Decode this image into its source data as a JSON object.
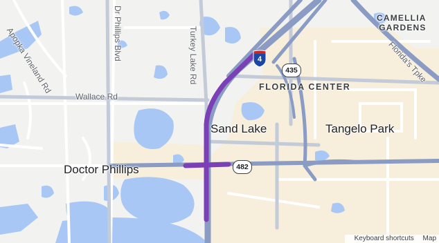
{
  "map": {
    "roads": {
      "apopka_vineland": "Apopka Vineland Rd",
      "dr_phillips_blvd": "Dr Phillips Blvd",
      "turkey_lake": "Turkey Lake Rd",
      "wallace": "Wallace Rd",
      "floridas_tpke": "Florida's Tpke"
    },
    "places": {
      "doctor_phillips": "Doctor Phillips",
      "sand_lake": "Sand Lake",
      "tangelo_park": "Tangelo Park",
      "florida_center": "FLORIDA CENTER",
      "camellia_line1": "CAMELLIA",
      "camellia_line2": "GARDENS"
    },
    "shields": {
      "interstate": "4",
      "sr435": "435",
      "sr482": "482"
    },
    "attribution": {
      "shortcuts": "Keyboard shortcuts",
      "map_data": "Map"
    },
    "colors": {
      "route": "#7b3fb6",
      "highway": "#8a9cc4",
      "water": "#a9c7f5",
      "urban": "#f7eedb",
      "land": "#f2f3f1"
    },
    "icons": [
      "interstate-shield-icon",
      "state-road-shield-icon"
    ]
  }
}
